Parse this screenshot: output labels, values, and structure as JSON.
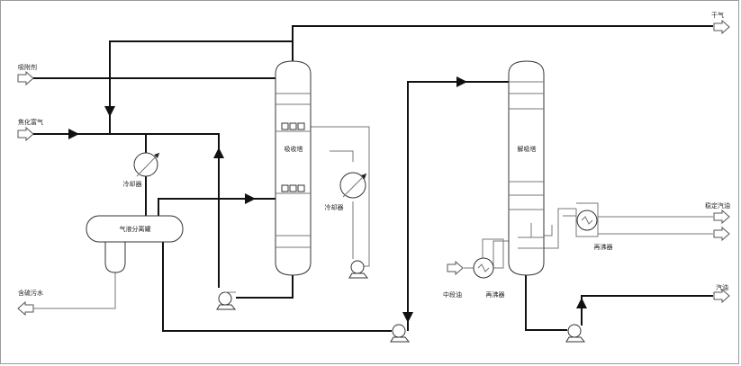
{
  "diagram": {
    "streams": {
      "absorbent": "吸附剂",
      "rich_gas": "焦化富气",
      "sour_water": "含硫污水",
      "dry_gas": "干气",
      "stable_gasoline": "稳定汽油",
      "gasoline": "汽油",
      "mid_oil": "中段油"
    },
    "equipment": {
      "absorber": "吸收塔",
      "desorber": "解吸塔",
      "separator": "气液分离罐",
      "cooler_1": "冷却器",
      "cooler_2": "冷却器",
      "reboiler_1": "再沸器",
      "reboiler_2": "再沸器"
    }
  }
}
